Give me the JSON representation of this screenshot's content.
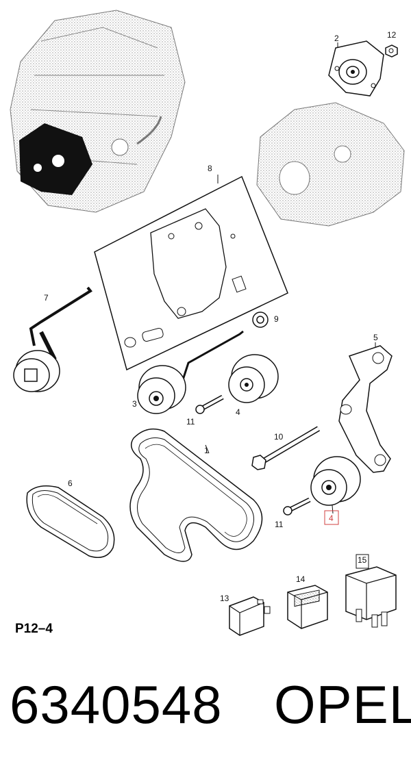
{
  "callouts": {
    "c1": "1",
    "c2": "2",
    "c3": "3",
    "c4a": "4",
    "c4b": "4",
    "c5": "5",
    "c6": "6",
    "c7": "7",
    "c8": "8",
    "c9": "9",
    "c10": "10",
    "c11a": "11",
    "c11b": "11",
    "c12": "12",
    "c13": "13",
    "c14": "14",
    "c15": "15"
  },
  "highlighted_callout": "4",
  "page_ref": "P12–4",
  "part_number": "6340548",
  "brand": "OPEL",
  "colors": {
    "highlight": "#d04040",
    "ink": "#111111"
  }
}
